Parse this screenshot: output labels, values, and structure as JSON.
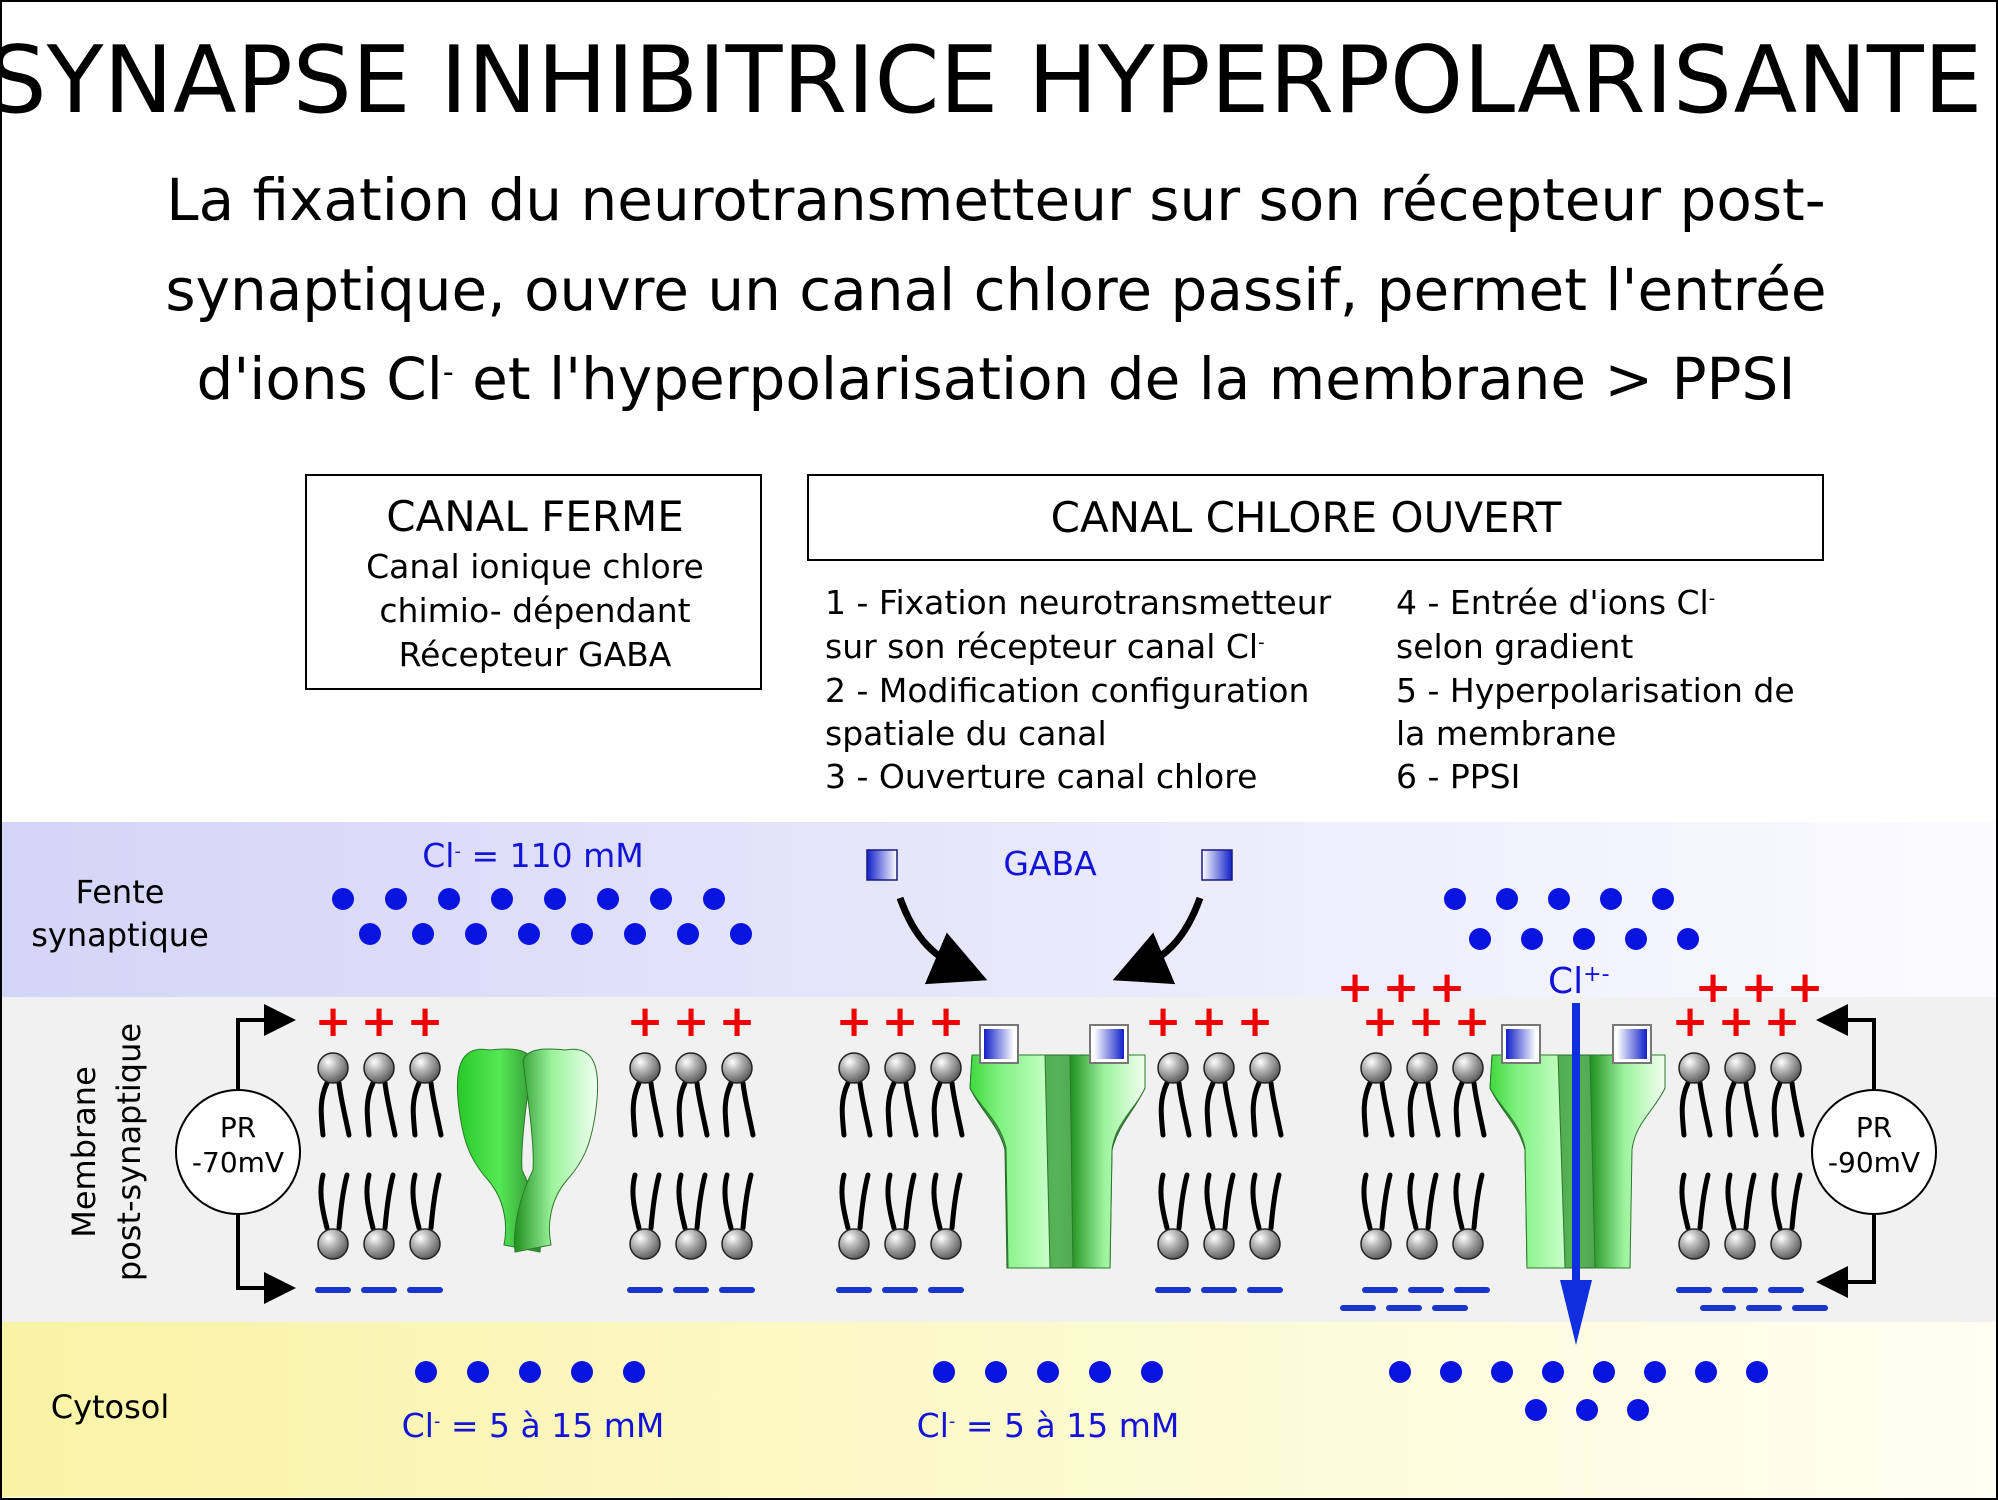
{
  "title": "SYNAPSE INHIBITRICE HYPERPOLARISANTE",
  "intro": [
    "La fixation du neurotransmetteur sur son récepteur post-",
    "synaptique, ouvre un canal chlore passif, permet l'entrée",
    {
      "before": "d'ions Cl",
      "sup": "-",
      "after": " et l'hyperpolarisation de la membrane >  PPSI"
    }
  ],
  "closed_box": {
    "heading": "CANAL FERME",
    "lines": [
      "Canal ionique chlore",
      "chimio- dépendant",
      "Récepteur GABA"
    ]
  },
  "open_box": {
    "heading": "CANAL CHLORE OUVERT"
  },
  "steps_left": [
    "1 - Fixation neurotransmetteur",
    {
      "before": "sur son récepteur canal Cl",
      "sup": "-",
      "after": ""
    },
    "2 - Modification configuration",
    "spatiale du canal",
    "3 - Ouverture canal chlore"
  ],
  "steps_right": [
    {
      "before": "4 - Entrée d'ions Cl",
      "sup": "-",
      "after": ""
    },
    "selon gradient",
    "5 - Hyperpolarisation de",
    "la membrane",
    "6 - PPSI"
  ],
  "regions": {
    "cleft": [
      "Fente",
      "synaptique"
    ],
    "membrane": [
      "Membrane",
      "post-synaptique"
    ],
    "cytosol": "Cytosol"
  },
  "cleft_concentration": {
    "before": "Cl",
    "sup": "-",
    "after": " = 110 mM"
  },
  "cytosol_concentration": {
    "before": "Cl",
    "sup": "-",
    "after": " = 5 à 15 mM"
  },
  "gaba_label": "GABA",
  "flux_label": {
    "before": "Cl",
    "sup": "+-",
    "after": ""
  },
  "resting_potential_left": {
    "label": "PR",
    "value": "-70mV"
  },
  "resting_potential_right": {
    "label": "PR",
    "value": "-90mV"
  },
  "plus_sign": "+",
  "colors": {
    "cleft_band": "#dcdcf8",
    "membrane_band": "#f2f2f2",
    "cytosol_band": "#fbf6b6",
    "ion": "#0a14e0",
    "text_blue": "#1414d8",
    "plus": "#ee0000",
    "minus": "#1a35cc",
    "channel": "#4fe24f",
    "lipid_head": "#9a9a9a"
  }
}
